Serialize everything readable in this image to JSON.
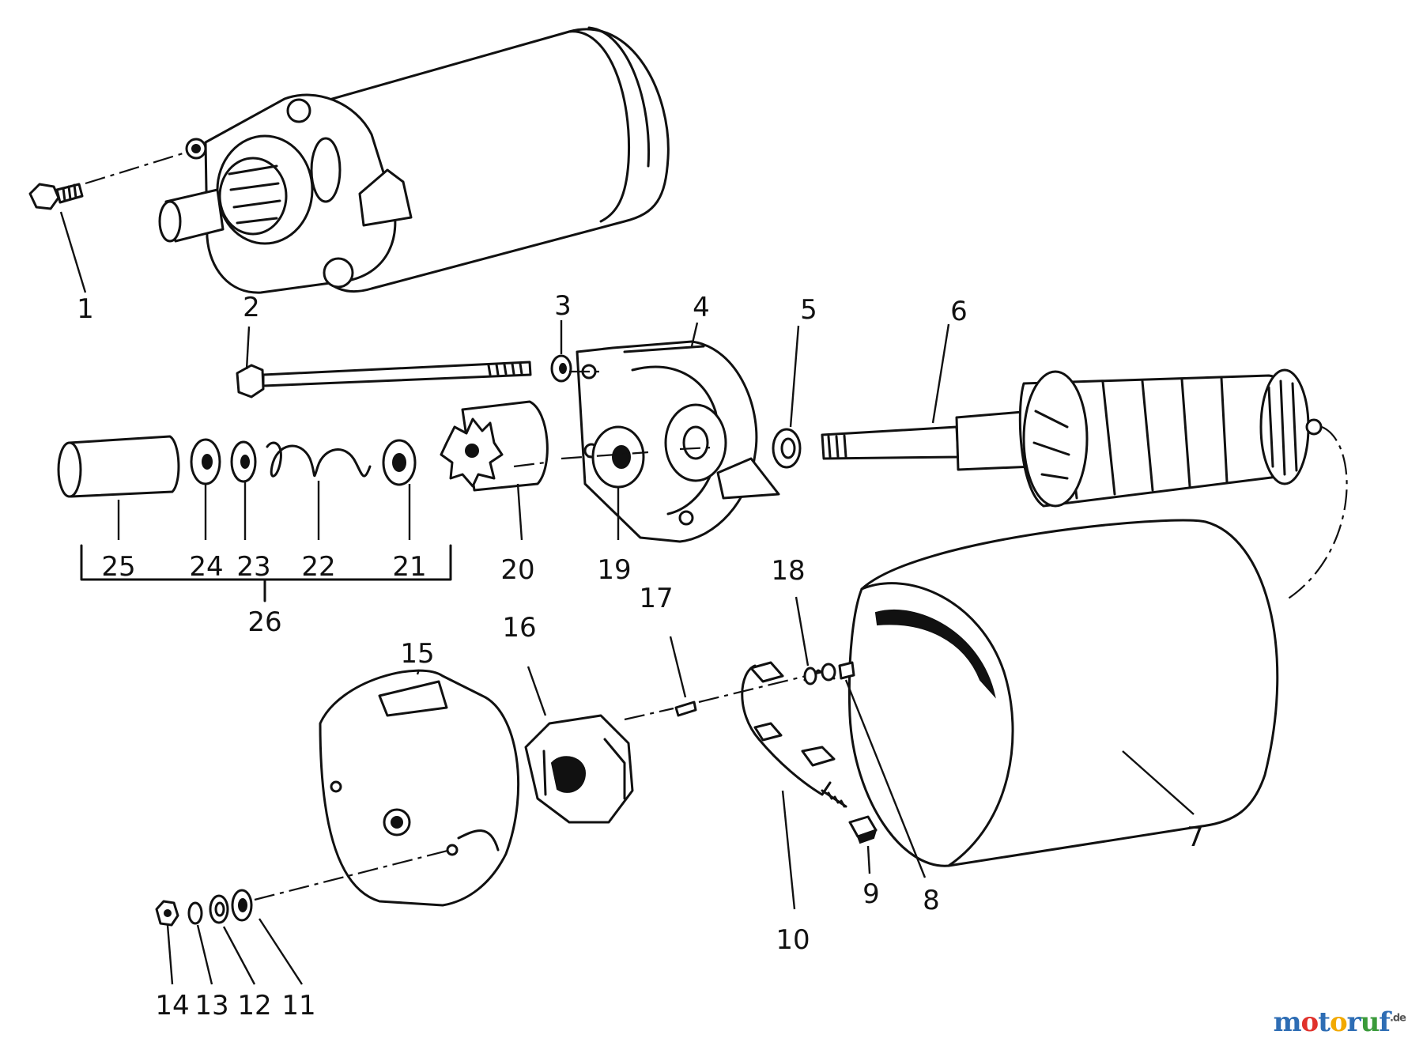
{
  "diagram": {
    "callouts": [
      {
        "id": "1",
        "label": "1"
      },
      {
        "id": "2",
        "label": "2"
      },
      {
        "id": "3",
        "label": "3"
      },
      {
        "id": "4",
        "label": "4"
      },
      {
        "id": "5",
        "label": "5"
      },
      {
        "id": "6",
        "label": "6"
      },
      {
        "id": "7",
        "label": "7"
      },
      {
        "id": "8",
        "label": "8"
      },
      {
        "id": "9",
        "label": "9"
      },
      {
        "id": "10",
        "label": "10"
      },
      {
        "id": "11",
        "label": "11"
      },
      {
        "id": "12",
        "label": "12"
      },
      {
        "id": "13",
        "label": "13"
      },
      {
        "id": "14",
        "label": "14"
      },
      {
        "id": "15",
        "label": "15"
      },
      {
        "id": "16",
        "label": "16"
      },
      {
        "id": "17",
        "label": "17"
      },
      {
        "id": "18",
        "label": "18"
      },
      {
        "id": "19",
        "label": "19"
      },
      {
        "id": "20",
        "label": "20"
      },
      {
        "id": "21",
        "label": "21"
      },
      {
        "id": "22",
        "label": "22"
      },
      {
        "id": "23",
        "label": "23"
      },
      {
        "id": "24",
        "label": "24"
      },
      {
        "id": "25",
        "label": "25"
      },
      {
        "id": "26",
        "label": "26"
      }
    ]
  },
  "watermark": {
    "letters": [
      {
        "char": "m",
        "color": "#2e6db4"
      },
      {
        "char": "o",
        "color": "#e0312b"
      },
      {
        "char": "t",
        "color": "#2e6db4"
      },
      {
        "char": "o",
        "color": "#f2a900"
      },
      {
        "char": "r",
        "color": "#2e6db4"
      },
      {
        "char": "u",
        "color": "#3a9a3a"
      },
      {
        "char": "f",
        "color": "#2e6db4"
      }
    ],
    "suffix": ".de"
  }
}
